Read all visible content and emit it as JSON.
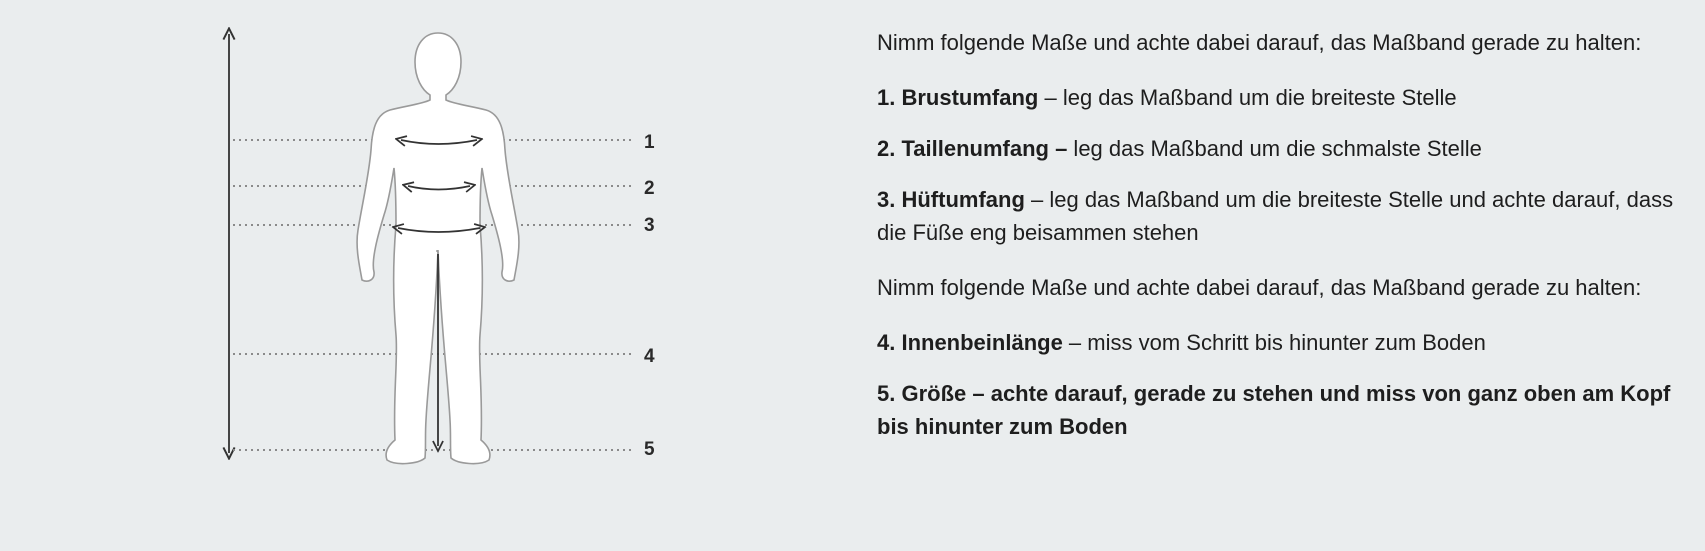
{
  "figure": {
    "labels": [
      "1",
      "2",
      "3",
      "4",
      "5"
    ]
  },
  "intro1": "Nimm folgende Maße und achte dabei darauf, das Maßband gerade zu halten:",
  "items": [
    {
      "label": "1. Brustumfang",
      "text": " – leg das Maßband um die breiteste Stelle"
    },
    {
      "label": "2. Taillenumfang –",
      "text": " leg das Maßband um die schmalste Stelle"
    },
    {
      "label": "3. Hüftumfang",
      "text": " – leg das Maßband um die breiteste Stelle und achte darauf, dass die Füße eng beisammen stehen"
    }
  ],
  "intro2": "Nimm folgende Maße und achte dabei darauf, das Maßband gerade zu halten:",
  "items2": [
    {
      "label": "4. Innenbeinlänge",
      "text": " – miss vom Schritt bis hinunter zum Boden"
    }
  ],
  "item5": "5. Größe – achte darauf, gerade zu stehen und miss von ganz oben am Kopf bis hinunter zum Boden"
}
